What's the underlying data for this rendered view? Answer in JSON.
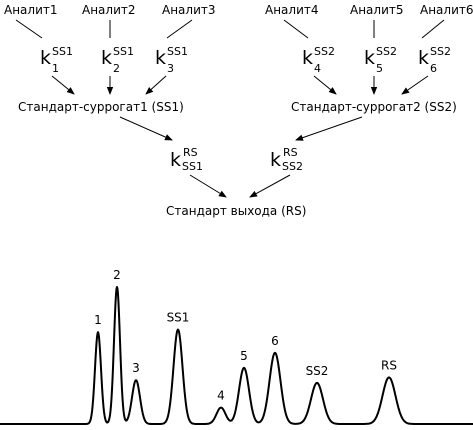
{
  "analytes": [
    {
      "id": "a1",
      "label": "Аналит1"
    },
    {
      "id": "a2",
      "label": "Аналит2"
    },
    {
      "id": "a3",
      "label": "Аналит3"
    },
    {
      "id": "a4",
      "label": "Аналит4"
    },
    {
      "id": "a5",
      "label": "Аналит5"
    },
    {
      "id": "a6",
      "label": "Аналит6"
    }
  ],
  "response_factors": [
    {
      "id": "k1",
      "base": "k",
      "sup": "SS1",
      "sub": "1"
    },
    {
      "id": "k2",
      "base": "k",
      "sup": "SS1",
      "sub": "2"
    },
    {
      "id": "k3",
      "base": "k",
      "sup": "SS1",
      "sub": "3"
    },
    {
      "id": "k4",
      "base": "k",
      "sup": "SS2",
      "sub": "4"
    },
    {
      "id": "k5",
      "base": "k",
      "sup": "SS2",
      "sub": "5"
    },
    {
      "id": "k6",
      "base": "k",
      "sup": "SS2",
      "sub": "6"
    },
    {
      "id": "kss1",
      "base": "k",
      "sup": "RS",
      "sub": "SS1"
    },
    {
      "id": "kss2",
      "base": "k",
      "sup": "RS",
      "sub": "SS2"
    }
  ],
  "standards": {
    "ss1": "Стандарт-суррогат1 (SS1)",
    "ss2": "Стандарт-суррогат2 (SS2)",
    "rs": "Стандарт выхода (RS)"
  },
  "chromatogram": {
    "peaks": [
      {
        "label": "1",
        "rt": 98,
        "height": 0.67,
        "width": 3.0
      },
      {
        "label": "2",
        "rt": 117,
        "height": 1.0,
        "width": 3.0
      },
      {
        "label": "3",
        "rt": 136,
        "height": 0.32,
        "width": 4.0
      },
      {
        "label": "SS1",
        "rt": 178,
        "height": 0.69,
        "width": 4.5
      },
      {
        "label": "4",
        "rt": 221,
        "height": 0.12,
        "width": 4.5
      },
      {
        "label": "5",
        "rt": 244,
        "height": 0.41,
        "width": 5.0
      },
      {
        "label": "6",
        "rt": 275,
        "height": 0.52,
        "width": 5.5
      },
      {
        "label": "SS2",
        "rt": 317,
        "height": 0.3,
        "width": 6.0
      },
      {
        "label": "RS",
        "rt": 389,
        "height": 0.34,
        "width": 6.5
      }
    ]
  }
}
